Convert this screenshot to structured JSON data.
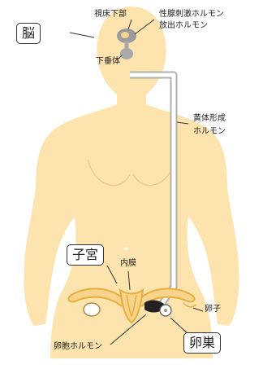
{
  "labels": {
    "brain": "脳",
    "hypothalamus": "視床下部",
    "pituitary": "下垂体",
    "gnrh_line1": "性腺刺激ホルモン",
    "gnrh_line2": "放出ホルモン",
    "lh_line1": "黄体形成",
    "lh_line2": "ホルモン",
    "uterus": "子宮",
    "endometrium": "内膜",
    "egg": "卵子",
    "estrogen": "卵胞ホルモン",
    "ovary": "卵巣"
  },
  "colors": {
    "skin": "#fde3ad",
    "organ_fill": "#f7d48b",
    "organ_line": "#e8ad3a",
    "hypothalamus": "#9a9a9a",
    "pituitary": "#a8a8a8",
    "duct": "#ffffff",
    "ovary_dark": "#222222"
  }
}
